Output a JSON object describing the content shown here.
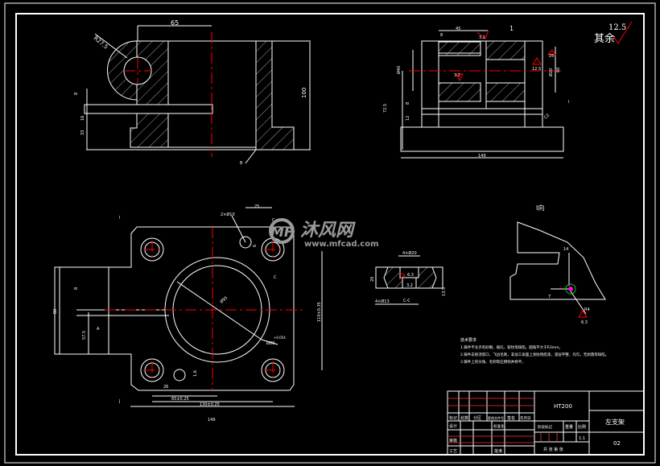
{
  "colors": {
    "background": "#000000",
    "line": "#ffffff",
    "centerline": "#ff0000",
    "watermark": "#9a9a9a",
    "green": "#00cc00",
    "magenta": "#ff00ff"
  },
  "front_view": {
    "dim_top": "65",
    "dim_radius": "R27.5",
    "dim_height": "100",
    "dim_slot": "8",
    "dim_left_a": "16",
    "dim_left_b": "33",
    "leader_mark": "B"
  },
  "side_view": {
    "dim_top": "45",
    "dim_small": "8",
    "dim_one": "1",
    "dim_bore": "Ø40",
    "dim_height": "72.5",
    "dim_width": "149",
    "roughness_a": "3.2",
    "roughness_b": "3.2",
    "roughness_c": "12.5",
    "roughness_d": "25",
    "dim_right_a": "Ø20",
    "dim_right_b": "60",
    "dim_left_a": "8",
    "dim_left_b": "12",
    "chamfer": "C2",
    "section_mark": "I"
  },
  "general_roughness": {
    "label": "其余",
    "value": "12.5"
  },
  "plan_view": {
    "dim_holes": "2×Ø10",
    "dim_25": "25",
    "dim_6": "6",
    "dim_d_inner": "Ø95",
    "dim_d_bore": "Ø80",
    "tolerance": "+0.054",
    "dim_left": "80",
    "dim_left_b": "57.5",
    "dim_slot": "8",
    "dim_right": "110±0.35",
    "dim_26": "26",
    "dim_65": "65±0.25",
    "dim_130": "130±0.25",
    "dim_149": "149",
    "dim_small": "1.6",
    "section_top": "I",
    "section_bottom": "J",
    "section_c_top": "C",
    "section_c_bottom": "C",
    "arrow_a": "A"
  },
  "section_cc": {
    "label": "C-C",
    "dim_top": "4×Ø20",
    "dim_bottom": "4×Ø13",
    "dim_left": "20",
    "dim_right": "13.5",
    "roughness": "6.3",
    "roughness_b": "3.2"
  },
  "view_i": {
    "label": "I向",
    "dim_top": "14",
    "dim_left": "7",
    "dim_r": "R4",
    "roughness": "6.3"
  },
  "tech_requirements": {
    "title": "技术要求",
    "lines": [
      "1.铸件不允许有砂眼、缩孔、裂纹等缺陷，圆角不大于R3mm。",
      "2.铸件去除浇冒口、飞边毛刺，非加工表面上涂防锈底漆，漆层平整、均匀，无剥落等缺陷。",
      "3.铸件上的尖角、毛刺等应倒钝并修平。"
    ]
  },
  "title_block": {
    "material": "HT200",
    "part_name": "左支架",
    "drawing_no": "02",
    "headers": [
      "标记",
      "处数",
      "分区",
      "更改文件号",
      "签名",
      "年月日"
    ],
    "row_design": [
      "设计",
      "",
      "",
      "标准化"
    ],
    "row_check": [
      "审核"
    ],
    "row_process": [
      "工艺",
      "",
      "",
      "批准"
    ],
    "stage_label": "阶段标记",
    "weight_label": "重量",
    "scale_label": "比例",
    "scale_value": "1:1",
    "sheet_text": "共 张 第 张"
  },
  "watermark": {
    "logo_text": "MF",
    "cn": "沐风网",
    "url": "www.mfcad.com"
  }
}
